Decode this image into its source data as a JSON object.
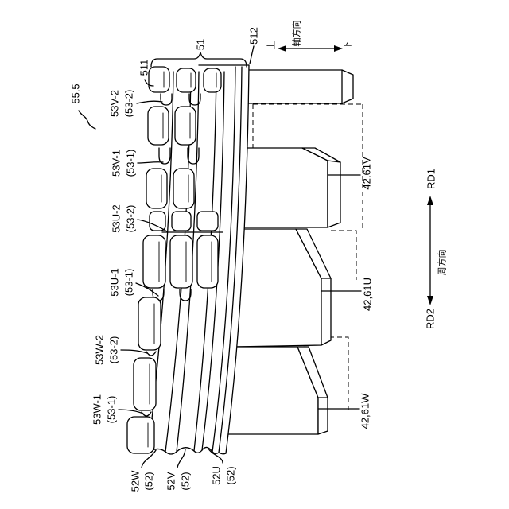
{
  "labels": {
    "ref_55_5": "55,5",
    "ref_51": "51",
    "ref_511": "511",
    "ref_512": "512"
  },
  "axial_direction": {
    "label": "軸方向",
    "up": "上",
    "down": "下"
  },
  "circumferential_direction": {
    "label": "周方向",
    "rd1": "RD1",
    "rd2": "RD2"
  },
  "protrusions": [
    {
      "ref": "53V-2",
      "group": "(53-2)"
    },
    {
      "ref": "53V-1",
      "group": "(53-1)"
    },
    {
      "ref": "53U-2",
      "group": "(53-2)"
    },
    {
      "ref": "53U-1",
      "group": "(53-1)"
    },
    {
      "ref": "53W-2",
      "group": "(53-2)"
    },
    {
      "ref": "53W-1",
      "group": "(53-1)"
    }
  ],
  "strips": [
    {
      "ref": "52W",
      "group": "(52)"
    },
    {
      "ref": "52V",
      "group": "(52)"
    },
    {
      "ref": "52U",
      "group": "(52)"
    }
  ],
  "teeth": [
    {
      "ref": "42,61V"
    },
    {
      "ref": "42,61U"
    },
    {
      "ref": "42,61W"
    }
  ],
  "colors": {
    "line": "#000000",
    "background": "#ffffff"
  }
}
